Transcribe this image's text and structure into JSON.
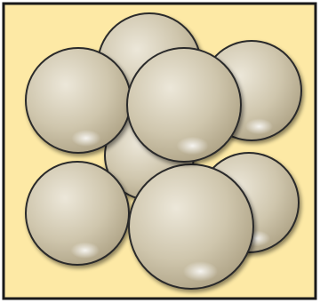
{
  "diagram": {
    "subject": "close-packed-spheres",
    "sphere_count": 8,
    "layers": [
      {
        "name": "back-layer",
        "sphere_count": 4
      },
      {
        "name": "front-layer",
        "sphere_count": 4
      }
    ]
  },
  "colors": {
    "background": "#fde9a5",
    "panel_border": "#1a1a1a",
    "sphere_fill_light": "#ece7d9",
    "sphere_fill_mid": "#cfc6ad",
    "sphere_fill_dark": "#a99d7f",
    "sphere_outline": "#2b2b2b"
  }
}
